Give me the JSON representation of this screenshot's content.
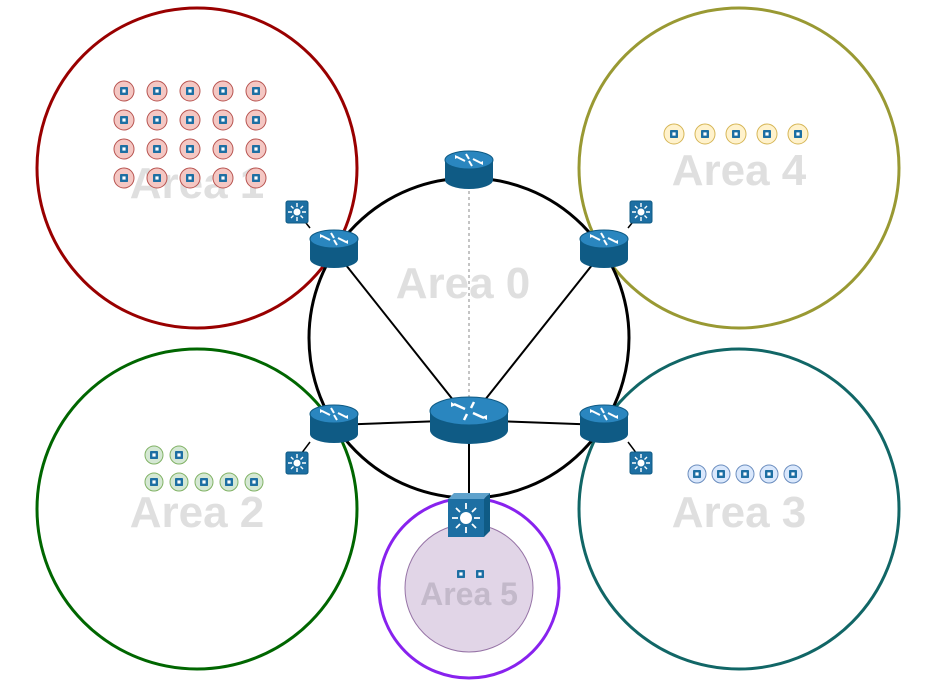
{
  "areas": [
    {
      "id": "area0",
      "label": "Area 0",
      "color": "#000000"
    },
    {
      "id": "area1",
      "label": "Area 1",
      "color": "#990000"
    },
    {
      "id": "area2",
      "label": "Area 2",
      "color": "#006600"
    },
    {
      "id": "area3",
      "label": "Area 3",
      "color": "#116666"
    },
    {
      "id": "area4",
      "label": "Area 4",
      "color": "#999933"
    },
    {
      "id": "area5",
      "label": "Area 5",
      "color": "#8822ee"
    }
  ],
  "device_colors": {
    "router": "#1d6fa3",
    "area1_host": "#f4c7c3",
    "area2_host": "#d5e8d4",
    "area3_host": "#dae8fc",
    "area4_host": "#fff2cc",
    "area5_fill": "#e1d5e7"
  },
  "host_counts": {
    "area1": 20,
    "area2": 7,
    "area3": 5,
    "area4": 5,
    "area5": 2
  }
}
